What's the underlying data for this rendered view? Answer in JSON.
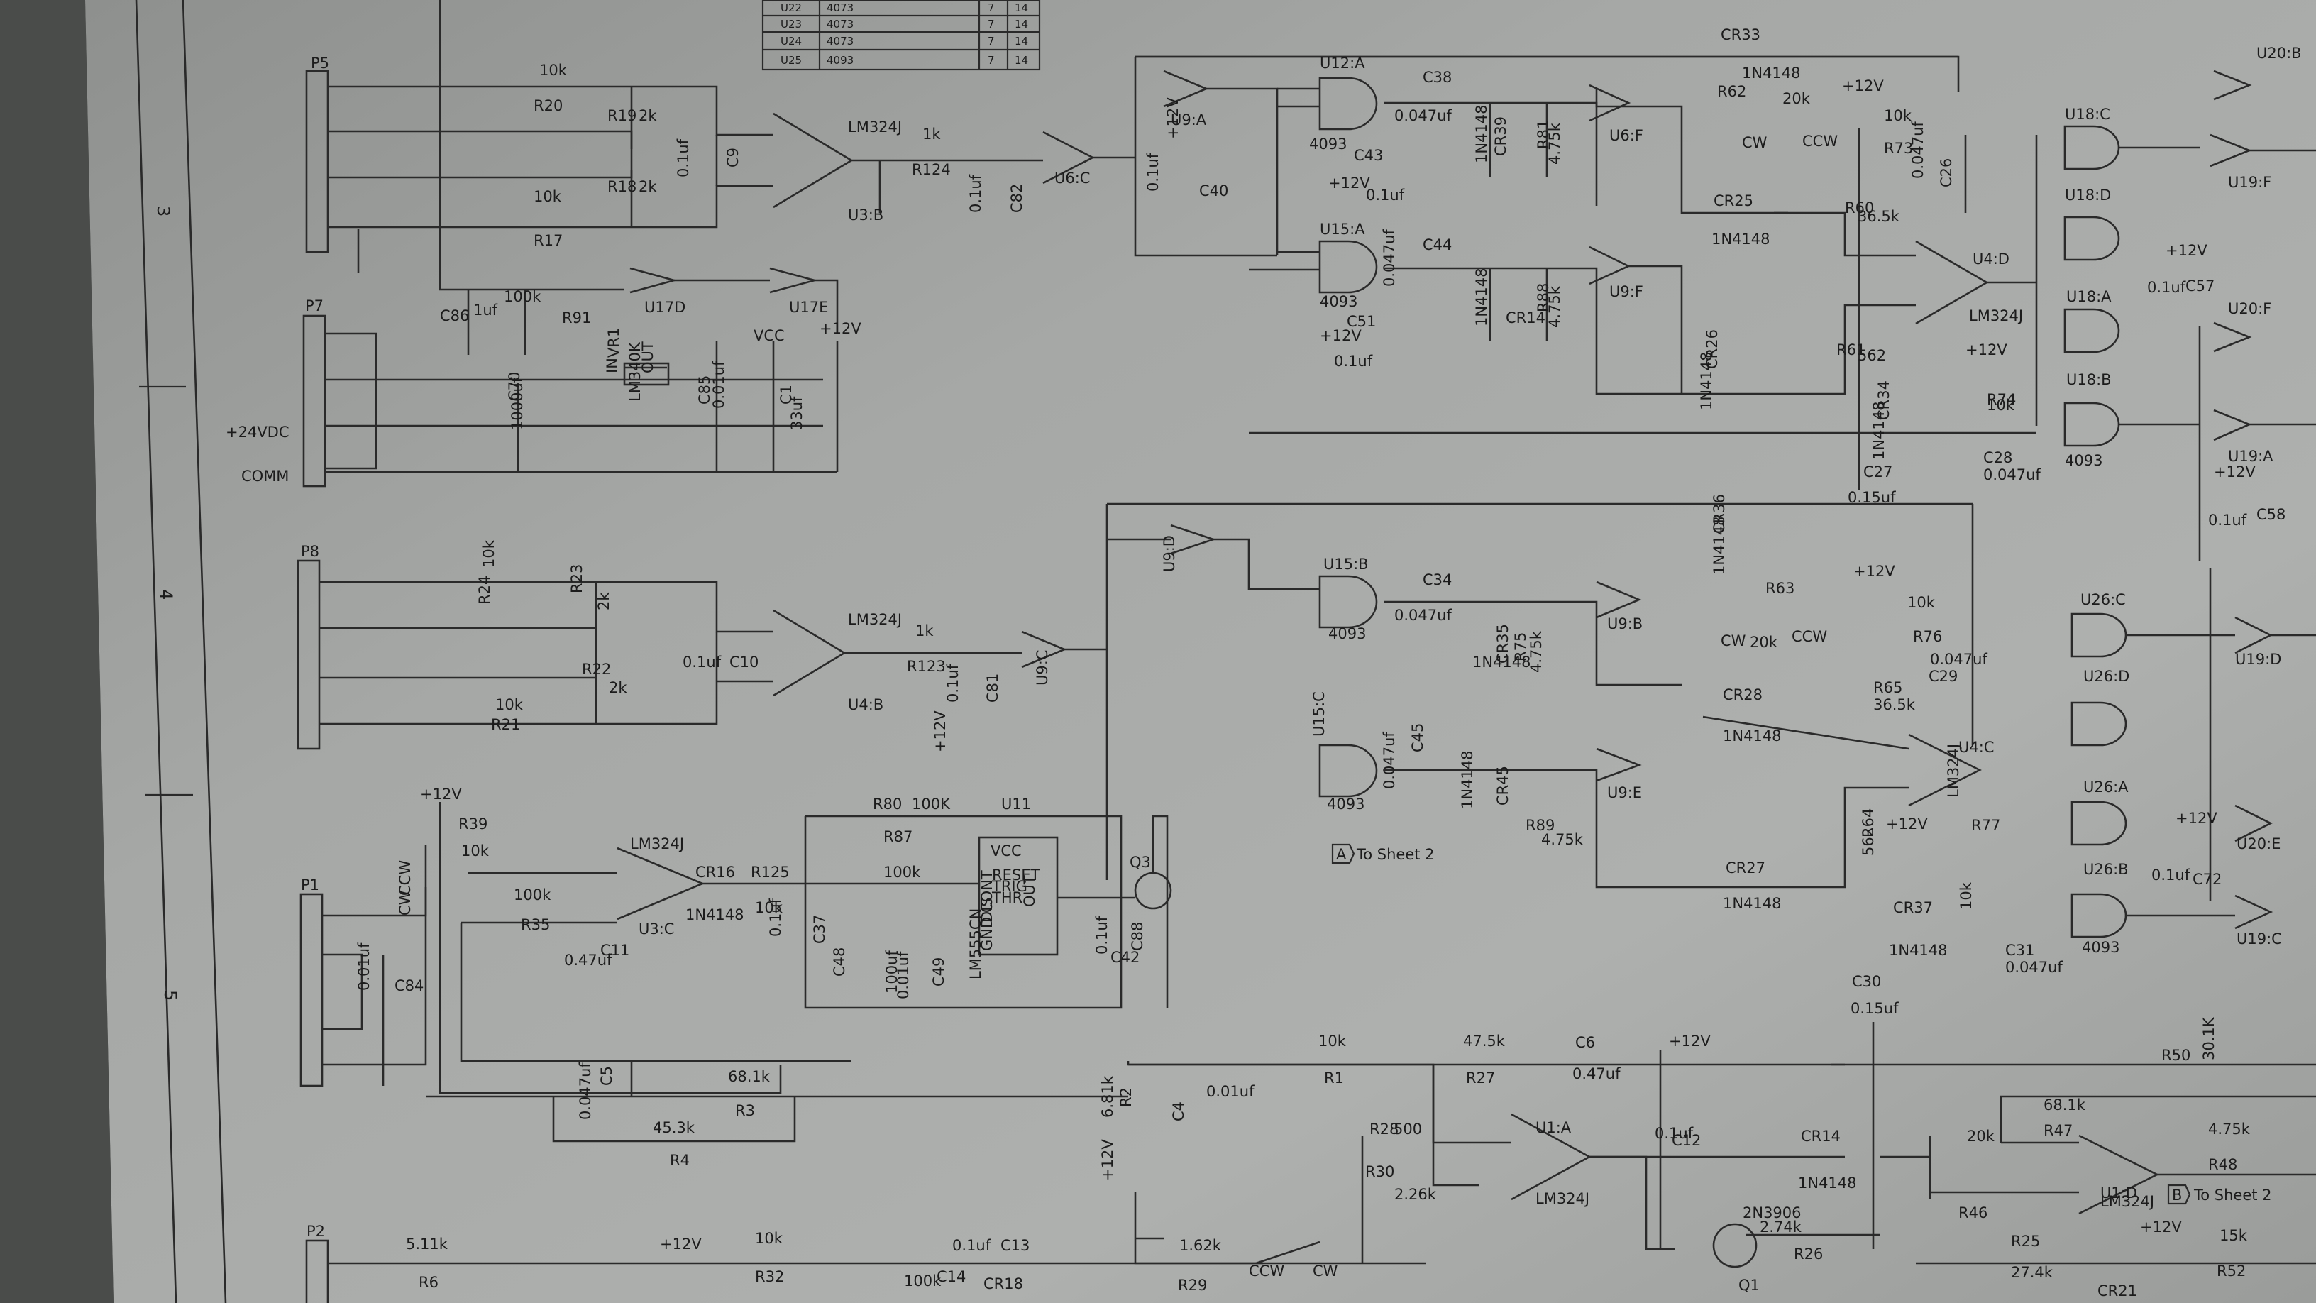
{
  "connectors": {
    "p5": "P5",
    "p7": "P7",
    "p8": "P8",
    "p1": "P1",
    "p2": "P2",
    "vdc": "+24VDC",
    "comm": "COMM"
  },
  "zones": [
    "3",
    "4",
    "5"
  ],
  "parts_table": [
    [
      "U22",
      "4073",
      "7",
      "14"
    ],
    [
      "U23",
      "4073",
      "7",
      "14"
    ],
    [
      "U24",
      "4073",
      "7",
      "14"
    ],
    [
      "U25",
      "4093",
      "7",
      "14"
    ]
  ],
  "sheet_refs": {
    "a_letter": "A",
    "a_text": "To Sheet 2",
    "b_letter": "B",
    "b_text": "To Sheet 2"
  },
  "labels": [
    "10k",
    "R20",
    "R19",
    "2k",
    "R18",
    "2k",
    "10k",
    "R17",
    "0.1uf",
    "C9",
    "LM324J",
    "U3:B",
    "1k",
    "R124",
    "0.1uf",
    "C82",
    "U6:C",
    "U9:A",
    "+12V",
    "0.1uf",
    "C40",
    "U12:A",
    "4093",
    "C38",
    "0.047uf",
    "CR39",
    "1N4148",
    "R81",
    "4.75k",
    "U6:F",
    "+12V",
    "C43",
    "0.1uf",
    "CR33",
    "1N4148",
    "R62",
    "20k",
    "CW",
    "CCW",
    "+12V",
    "10k",
    "R73",
    "0.047uf",
    "C26",
    "U15:A",
    "4093",
    "C44",
    "0.047uf",
    "1N4148",
    "CR14",
    "R88",
    "4.75k",
    "U9:F",
    "+12V",
    "C51",
    "0.1uf",
    "CR25",
    "1N4148",
    "R60",
    "36.5k",
    "R61",
    "562",
    "U4:D",
    "LM324J",
    "CR26",
    "1N4148",
    "U18:C",
    "U18:D",
    "U18:A",
    "U18:B",
    "4093",
    "U19:F",
    "U19:A",
    "U20:B",
    "U20:F",
    "+12V",
    "0.1uf",
    "C57",
    "R74",
    "10k",
    "+12V",
    "CR34",
    "1N4148",
    "C28",
    "0.047uf",
    "C27",
    "0.15uf",
    "+12V",
    "0.1uf",
    "C58",
    "C86",
    "1uf",
    "100k",
    "R91",
    "U17D",
    "U17E",
    "VCC",
    "+12V",
    "VR1",
    "IN",
    "OUT",
    "LM340K",
    "C70",
    "1000uf",
    "C85",
    "0.01uf",
    "C1",
    "33uf",
    "10k",
    "R24",
    "R23",
    "2k",
    "R22",
    "2k",
    "10k",
    "R21",
    "0.1uf",
    "C10",
    "LM324J",
    "U4:B",
    "1k",
    "R123",
    "0.1uf",
    "C81",
    "U9:C",
    "U9:D",
    "U15:B",
    "4093",
    "C34",
    "0.047uf",
    "1N4148",
    "CR35",
    "R75",
    "4.75k",
    "U9:B",
    "CR36",
    "1N4148",
    "+12V",
    "R63",
    "20k",
    "CW",
    "CCW",
    "10k",
    "R76",
    "0.047uf",
    "C29",
    "U26:C",
    "U26:D",
    "U26:A",
    "U26:B",
    "4093",
    "U19:D",
    "U20:E",
    "U19:C",
    "CR28",
    "1N4148",
    "R65",
    "36.5k",
    "U4:C",
    "LM324J",
    "R64",
    "562",
    "U15:C",
    "4093",
    "C45",
    "0.047uf",
    "1N4148",
    "CR45",
    "R89",
    "4.75k",
    "U9:E",
    "CR27",
    "1N4148",
    "+12V",
    "R77",
    "10k",
    "CR37",
    "1N4148",
    "C31",
    "0.047uf",
    "C30",
    "0.15uf",
    "+12V",
    "0.1uf",
    "C72",
    "+12V",
    "R39",
    "10k",
    "CCW",
    "CW",
    "LM324J",
    "CR16",
    "R125",
    "10k",
    "1N4148",
    "U3:C",
    "100k",
    "R35",
    "0.47uf",
    "C11",
    "R80",
    "100K",
    "U11",
    "R87",
    "100k",
    "VCC",
    "RESET",
    "TRIG",
    "THR",
    "CONT",
    "DIS",
    "GND",
    "OUT",
    "0.1uf",
    "C37",
    "C48",
    "100uf",
    "0.01uf",
    "C49",
    "LM555CN",
    "0.1uf",
    "C42",
    "C88",
    "Q3",
    "+12V",
    "0.01uf",
    "C84",
    "C5",
    "0.047uf",
    "68.1k",
    "R3",
    "45.3k",
    "R4",
    "6.81k",
    "R2",
    "C4",
    "0.01uf",
    "10k",
    "R1",
    "47.5k",
    "R27",
    "C6",
    "0.47uf",
    "+12V",
    "0.1uf",
    "C12",
    "U1:A",
    "LM324J",
    "R50",
    "30.1K",
    "+12V",
    "2.26k",
    "R30",
    "R28",
    "500",
    "1.62k",
    "R29",
    "CCW",
    "CW",
    "CR14",
    "1N4148",
    "2N3906",
    "2.74k",
    "R26",
    "Q1",
    "20k",
    "R46",
    "68.1k",
    "R47",
    "U1:D",
    "LM324J",
    "4.75k",
    "R48",
    "R25",
    "27.4k",
    "+12V",
    "15k",
    "R52",
    "CR21",
    "5.11k",
    "R6",
    "+12V",
    "10k",
    "R32",
    "100k",
    "C14",
    "0.1uf",
    "C13",
    "CR18"
  ]
}
